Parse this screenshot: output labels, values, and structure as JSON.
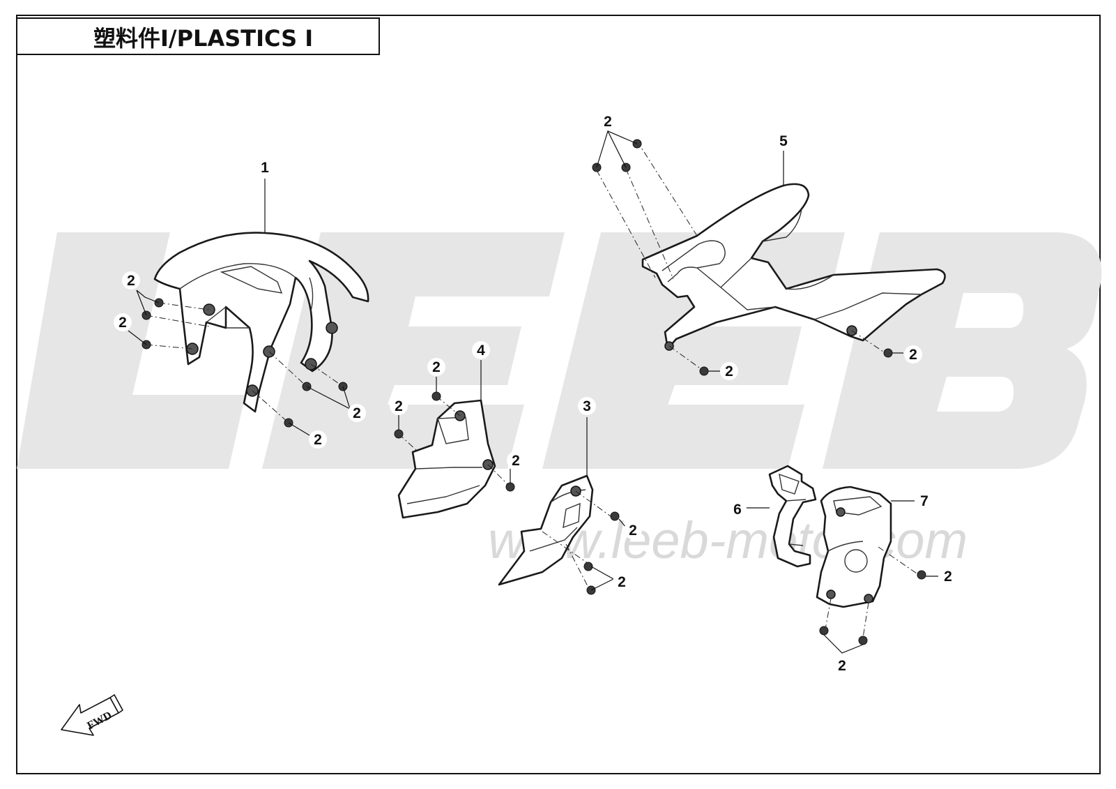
{
  "header": {
    "title": "塑料件Ⅰ/PLASTICS Ⅰ"
  },
  "watermark": {
    "brand": "LEEB",
    "url": "www.leeb-motor.com"
  },
  "fwd_label": "FWD",
  "callouts": [
    {
      "id": "c1",
      "label": "1"
    },
    {
      "id": "c2a",
      "label": "2"
    },
    {
      "id": "c2b",
      "label": "2"
    },
    {
      "id": "c2c",
      "label": "2"
    },
    {
      "id": "c2d",
      "label": "2"
    },
    {
      "id": "c2e",
      "label": "2"
    },
    {
      "id": "c2f",
      "label": "2"
    },
    {
      "id": "c2g",
      "label": "2"
    },
    {
      "id": "c2h",
      "label": "2"
    },
    {
      "id": "c2i",
      "label": "2"
    },
    {
      "id": "c2j",
      "label": "2"
    },
    {
      "id": "c2k",
      "label": "2"
    },
    {
      "id": "c2l",
      "label": "2"
    },
    {
      "id": "c2m",
      "label": "2"
    },
    {
      "id": "c2n",
      "label": "2"
    },
    {
      "id": "c3",
      "label": "3"
    },
    {
      "id": "c4",
      "label": "4"
    },
    {
      "id": "c5",
      "label": "5"
    },
    {
      "id": "c6",
      "label": "6"
    },
    {
      "id": "c7",
      "label": "7"
    }
  ]
}
